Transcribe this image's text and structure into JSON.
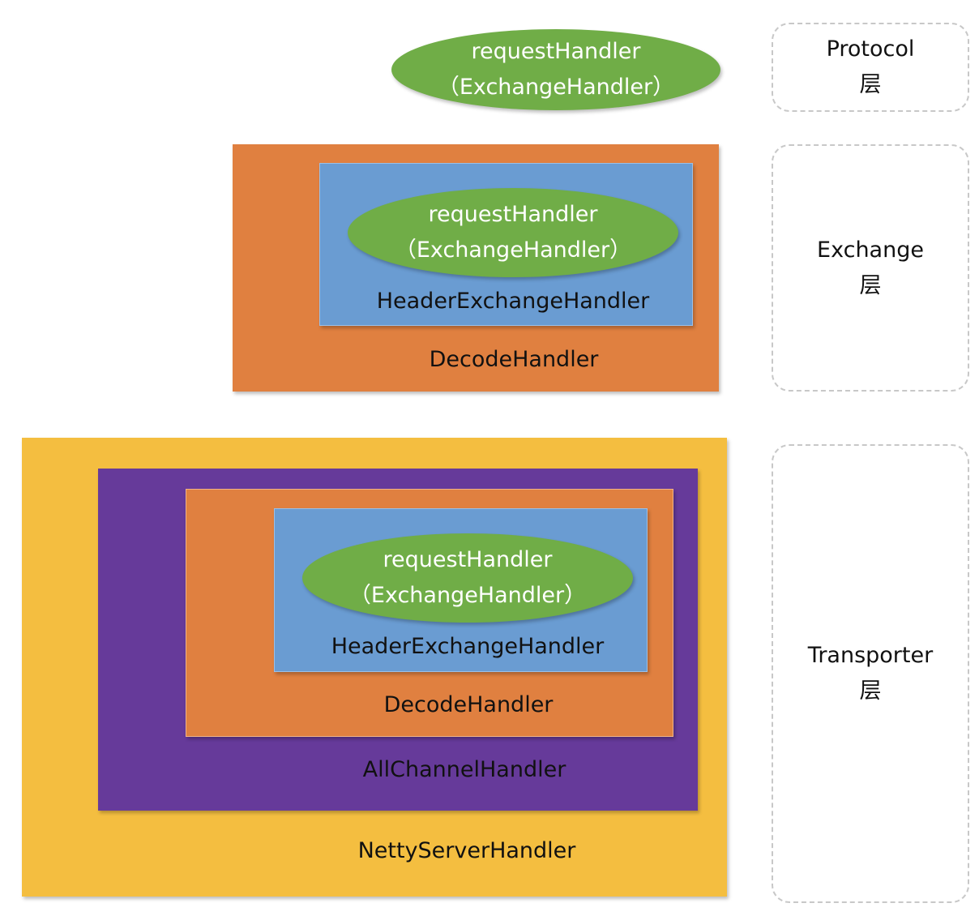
{
  "colors": {
    "ellipse_green": "#70AD47",
    "blue": "#6A9CD2",
    "orange": "#E08040",
    "purple": "#663A9A",
    "yellow": "#F4BE40"
  },
  "protocol_handler": {
    "line1": "requestHandler",
    "line2": "（ExchangeHandler）"
  },
  "exchange_group": {
    "request_line1": "requestHandler",
    "request_line2": "（ExchangeHandler）",
    "header_exchange": "HeaderExchangeHandler",
    "decode": "DecodeHandler"
  },
  "transporter_group": {
    "request_line1": "requestHandler",
    "request_line2": "（ExchangeHandler）",
    "header_exchange": "HeaderExchangeHandler",
    "decode": "DecodeHandler",
    "all_channel": "AllChannelHandler",
    "netty_server": "NettyServerHandler"
  },
  "layers": {
    "protocol": {
      "name": "Protocol",
      "suffix": "层"
    },
    "exchange": {
      "name": "Exchange",
      "suffix": "层"
    },
    "transporter": {
      "name": "Transporter",
      "suffix": "层"
    }
  }
}
